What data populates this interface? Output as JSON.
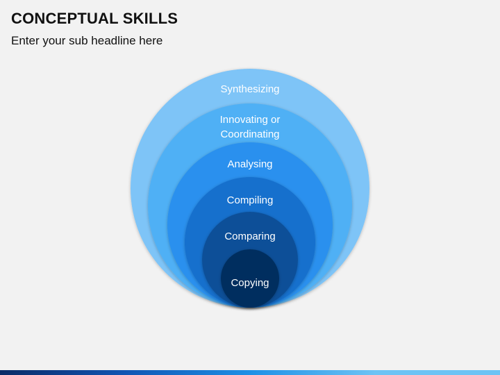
{
  "slide": {
    "title": "CONCEPTUAL SKILLS",
    "subtitle": "Enter your sub headline here"
  },
  "levels": [
    {
      "label": "Synthesizing",
      "color": "#7ec4f7"
    },
    {
      "label": "Innovating or\nCoordinating",
      "color": "#4fb0f5"
    },
    {
      "label": "Analysing",
      "color": "#2a90ee"
    },
    {
      "label": "Compiling",
      "color": "#146fcd"
    },
    {
      "label": "Comparing",
      "color": "#0b4f98"
    },
    {
      "label": "Copying",
      "color": "#062f5e"
    }
  ],
  "footer_colors": [
    "#0a2a66",
    "#1155b3",
    "#1e90e6",
    "#6ec3f4"
  ]
}
